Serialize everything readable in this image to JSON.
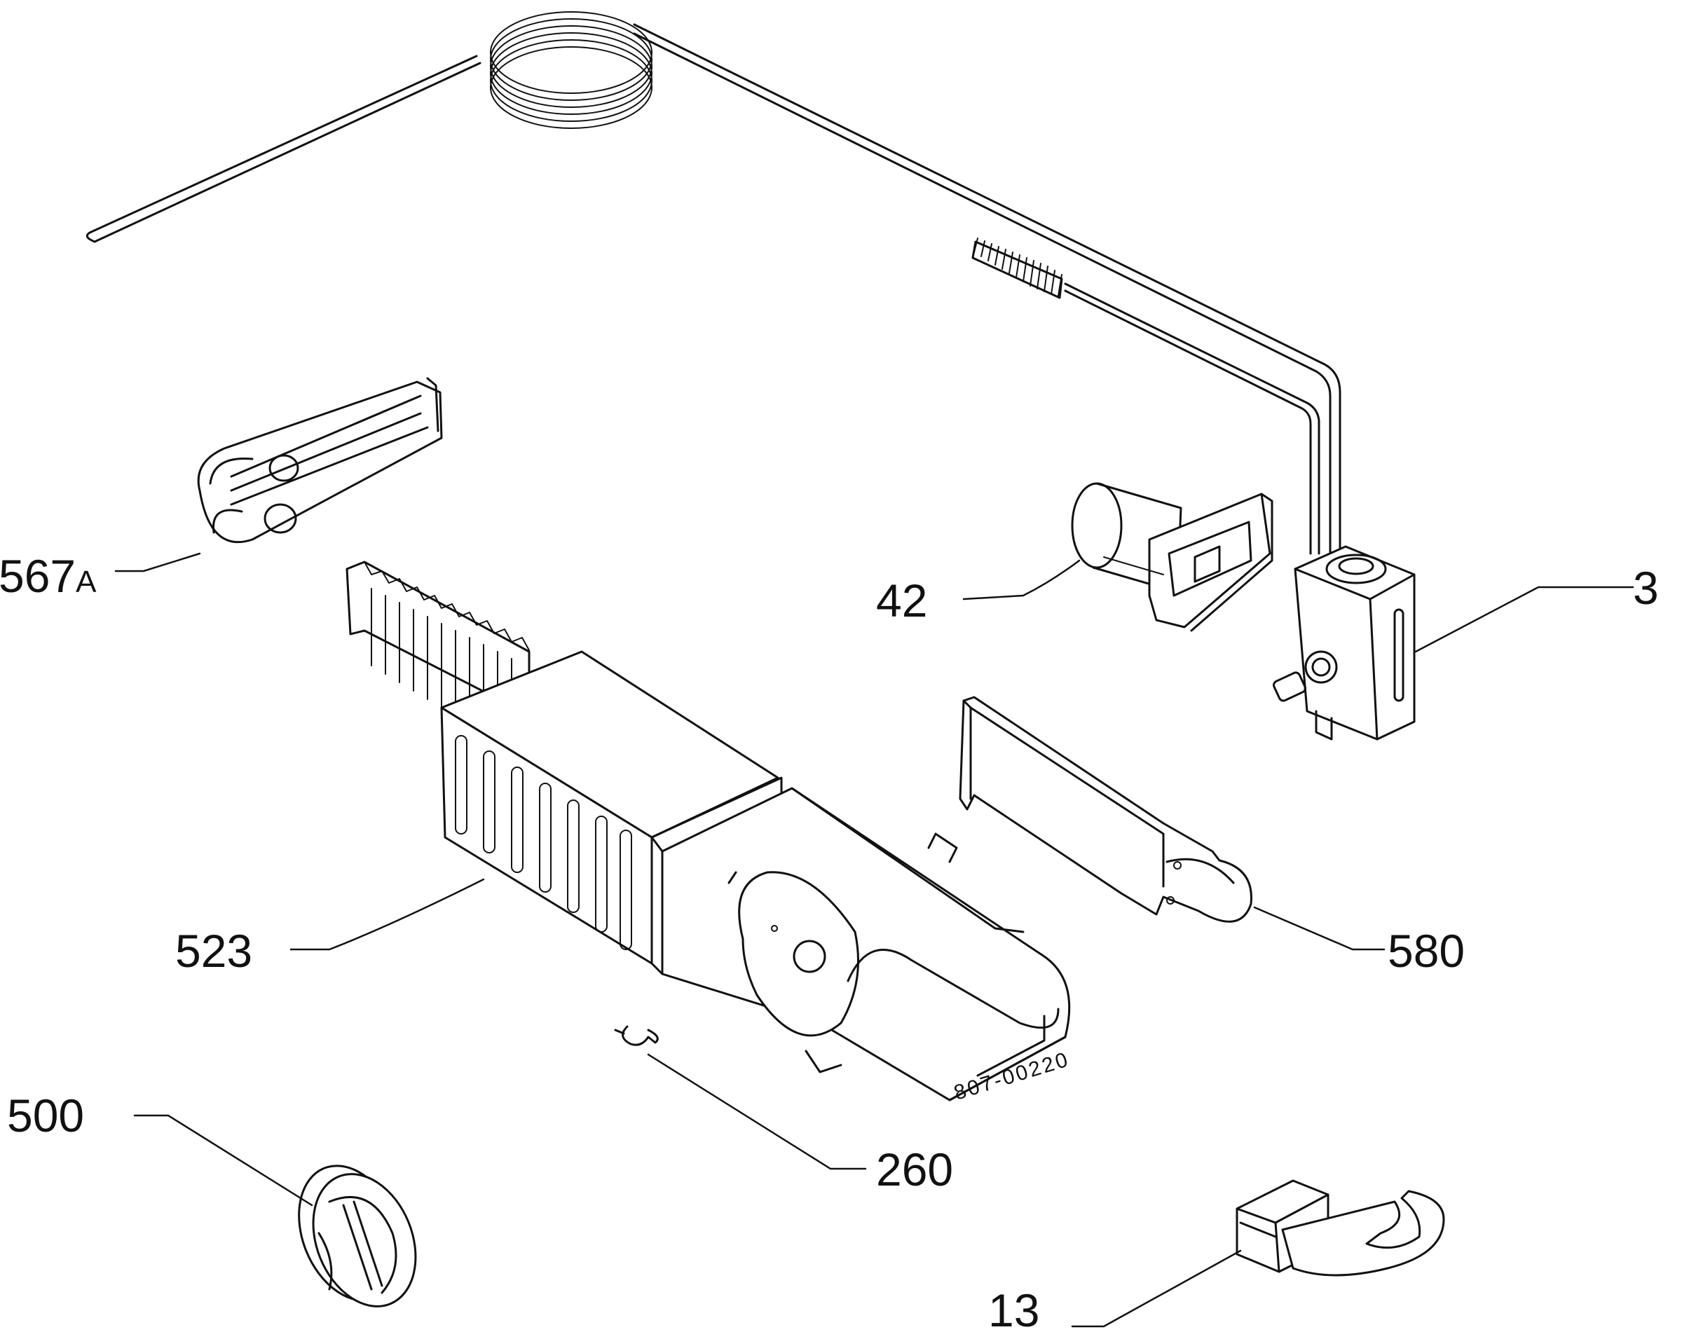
{
  "callouts": {
    "c567a_main": "567",
    "c567a_suffix": "A",
    "c42": "42",
    "c3": "3",
    "c523": "523",
    "c580": "580",
    "c500": "500",
    "c260": "260",
    "c13": "13"
  },
  "drawing_code": "807-00220"
}
